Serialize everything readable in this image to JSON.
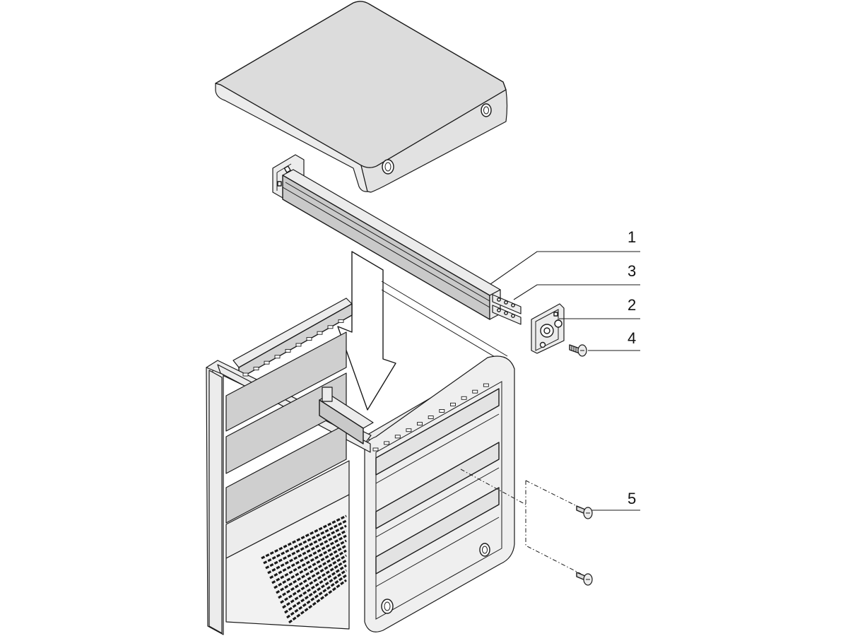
{
  "callouts": [
    {
      "id": "1",
      "label": "1"
    },
    {
      "id": "3",
      "label": "3"
    },
    {
      "id": "2",
      "label": "2"
    },
    {
      "id": "4",
      "label": "4"
    },
    {
      "id": "5",
      "label": "5"
    }
  ],
  "colors": {
    "line": "#1a1a1a",
    "surface_light": "#ececec",
    "surface_mid": "#d9d9d9",
    "surface_dark": "#bdbdbd",
    "background": "#ffffff"
  }
}
